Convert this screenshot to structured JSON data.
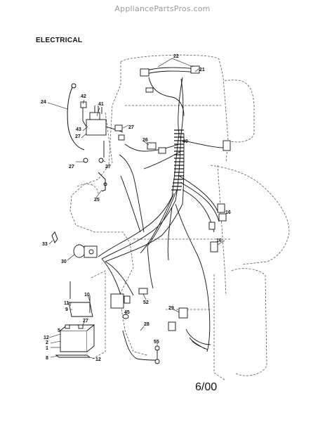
{
  "header": {
    "watermark": "AppliancePartsPros.com"
  },
  "section": {
    "title": "ELECTRICAL"
  },
  "footer": {
    "date": "6/00"
  },
  "callouts": [
    {
      "id": "c22",
      "label": "22"
    },
    {
      "id": "c21",
      "label": "21"
    },
    {
      "id": "c24",
      "label": "24"
    },
    {
      "id": "c42",
      "label": "42"
    },
    {
      "id": "c41",
      "label": "41"
    },
    {
      "id": "c43",
      "label": "43"
    },
    {
      "id": "c27a",
      "label": "27"
    },
    {
      "id": "c27b",
      "label": "27"
    },
    {
      "id": "c27c",
      "label": "27"
    },
    {
      "id": "c27d",
      "label": "27"
    },
    {
      "id": "c26",
      "label": "26"
    },
    {
      "id": "c40",
      "label": "40"
    },
    {
      "id": "c25",
      "label": "25"
    },
    {
      "id": "c16a",
      "label": "16"
    },
    {
      "id": "c16b",
      "label": "16"
    },
    {
      "id": "c33",
      "label": "33"
    },
    {
      "id": "c30",
      "label": "30"
    },
    {
      "id": "c10",
      "label": "10"
    },
    {
      "id": "c11",
      "label": "11"
    },
    {
      "id": "c9",
      "label": "9"
    },
    {
      "id": "c27e",
      "label": "27"
    },
    {
      "id": "c12a",
      "label": "12"
    },
    {
      "id": "c12b",
      "label": "12"
    },
    {
      "id": "c1",
      "label": "1"
    },
    {
      "id": "c2",
      "label": "2"
    },
    {
      "id": "c8",
      "label": "8"
    },
    {
      "id": "c5",
      "label": "5"
    },
    {
      "id": "c45",
      "label": "45"
    },
    {
      "id": "c52",
      "label": "52"
    },
    {
      "id": "c28",
      "label": "28"
    },
    {
      "id": "c29",
      "label": "29"
    },
    {
      "id": "c55",
      "label": "55"
    }
  ]
}
